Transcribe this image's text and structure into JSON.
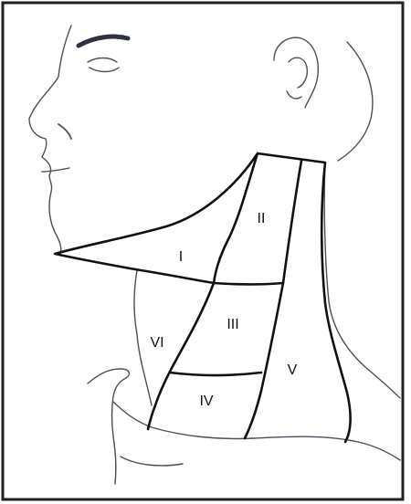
{
  "diagram": {
    "levels": [
      "I",
      "II",
      "III",
      "IV",
      "V",
      "VI"
    ]
  },
  "colors": {
    "line": "#111111",
    "sketch": "#4a4f59",
    "border": "#222222",
    "background": "#ffffff"
  }
}
